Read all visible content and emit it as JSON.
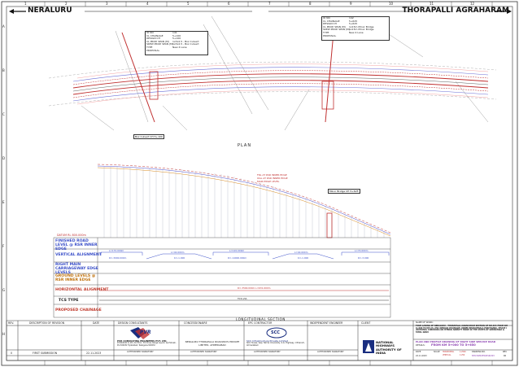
{
  "header": {
    "left_place": "NERALURU",
    "right_place": "THORAPALLI AGRAHARAM"
  },
  "plan": {
    "plan_label": "PLAN",
    "longitudinal_label": "LONGITUDINAL SECTION",
    "box_culvert_label": "Box Culvert CH 5+100",
    "minor_bridge_label": "Minor Bridge CH 5+625",
    "datum_label": "DATUM RL 800.000m",
    "legend_lines": [
      "FRL AT RSR INNER EDGE",
      "OGL AT RSR INNER EDGE",
      "MAIN EDGE LEVEL"
    ],
    "info_box_left": [
      "IO NO",
      "CL CHAINAGE",
      "DESIGN CH",
      "CL PROP. SPAN (M)",
      "SKEW PROP. SPAN (M)",
      "TYPE",
      "PROPOSAL"
    ],
    "info_box_left_values": [
      "141",
      "5+100",
      "5+100",
      "1x3x2.5 - Box Culvert",
      "1x3x2.5 - Box Culvert",
      "",
      "New 4 Lane"
    ],
    "info_box_right": [
      "IO NO",
      "CL CHAINAGE",
      "DESIGN CH",
      "CL PROP. SPAN (M)",
      "SKEW PROP. SPAN (M)",
      "TYPE",
      "PROPOSAL"
    ],
    "info_box_right_values": [
      "142",
      "5+625",
      "5+625",
      "1x15m Minor Bridge",
      "1x15m Minor Bridge",
      "",
      "New 4 Lane"
    ]
  },
  "bands": [
    {
      "label": "FINISHED ROAD LEVEL @ RSR INNER EDGE",
      "color": "blue"
    },
    {
      "label": "VERTICAL ALIGNMENT",
      "color": "blue"
    },
    {
      "label": "RIGHT MAIN CARRIAGEWAY EDGE LEVELS",
      "color": "blue"
    },
    {
      "label": "GROUND LEVELS @ RSR INNER EDGE",
      "color": "orange"
    },
    {
      "label": "HORIZONTAL ALIGNMENT",
      "color": "red"
    },
    {
      "label": "TCS TYPE",
      "color": "gray"
    },
    {
      "label": "PROPOSED CHAINAGE",
      "color": "red"
    }
  ],
  "profile": {
    "vertical_curves": [
      "L=170.000m",
      "L=40.000m",
      "L=120.000m",
      "L=40.000m",
      "L=70.000m"
    ],
    "curve_values": [
      "R=-3000.000m",
      "K=-1.000",
      "R=-14000.000m",
      "K=-1.000",
      "R=-3.000"
    ],
    "tcs_label": "TCS-VIA",
    "horizontal_label": "R=-3500.000m L=631.000m"
  },
  "title_block": {
    "columns": [
      "REV.",
      "DESCRIPTION OF REVISION",
      "DATE",
      "DESIGN CONSULTANTS",
      "CONCESSIONAIRE",
      "EPC CONTRACTOR",
      "INDEPENDENT ENGINEER",
      "CLIENT"
    ],
    "rev": "0",
    "rev_description": "FIRST SUBMISSION",
    "rev_date": "22.11.2023",
    "consultant_name": "PVR CONSULTING ENGINEERS PVT. LTD.",
    "consultant_addr": "# 8/4/2021 & 4/5, 2nd floor, 3rd Cross, Ranga Layout, Gachibowli, Pin-500032 Hyderabad, Telangana-500032",
    "consultant_logo": "PVR",
    "concessionaire": "NERALURU THORAPALLI ROADWAYS PRIVATE LIMITED, AHMEDABAD",
    "epc_logo": "SCC",
    "epc_name": "SCC Infrastructure Private Limited",
    "epc_addr": "SCC House, Opp. Nirma University, S.G. Highway, Chharodi, Ahmedabad",
    "authorised_signatory": "AUTHORISED SIGNATORY",
    "client_name": "NATIONAL HIGHWAYS AUTHORITY OF INDIA",
    "work_name_label": "NAME OF WORK:",
    "work_name": "FOUR LANING OF NERALURU - THORAPALLI AGRAHARAM SECTION OF NH-844 FROM KM 0+000 TO KM 23+350 (DESIGN CHAINAGE) UNDER BHARATMALA PARIYOJANA, PHASE I (NATIONAL CORRIDOR) ON HYBRID ANNUITY MODE IN THE STATES OF KARNATAKA & TAMIL NADU",
    "drawing_title": "PLAN AND PROFILE DRAWING OF RIGHT SIDE SERVICE ROAD",
    "drawing_subtitle": "FROM KM 5+000 TO 5+650",
    "detail_label": "DETAILS:",
    "date_label": "DATE",
    "date_value": "22.11.2023",
    "scale_label": "SCALE",
    "scale_value": "HORIZONTAL VERTICAL",
    "scale_ratio": "1:2500 1:250",
    "drawing_no_label": "DRAWING NO.",
    "drawing_no": "NTR/HAM/PPD/RSR/003",
    "rev_label": "REV.",
    "rev_no": "R0"
  },
  "grid_numbers": [
    "1",
    "2",
    "3",
    "4",
    "5",
    "6",
    "7",
    "8",
    "9",
    "10",
    "11",
    "12"
  ],
  "grid_letters": [
    "A",
    "B",
    "C",
    "D",
    "E",
    "F",
    "G",
    "H"
  ]
}
